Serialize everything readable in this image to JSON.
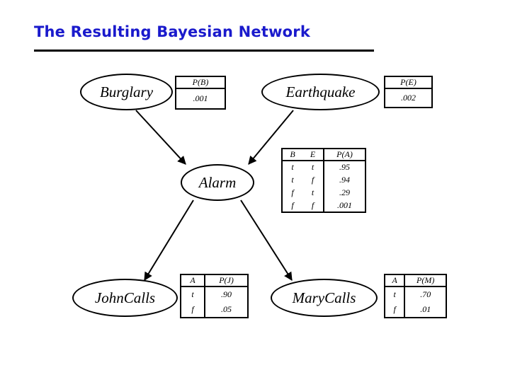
{
  "slide": {
    "title": "The Resulting Bayesian Network"
  },
  "nodes": {
    "burglary": "Burglary",
    "earthquake": "Earthquake",
    "alarm": "Alarm",
    "johncalls": "JohnCalls",
    "marycalls": "MaryCalls"
  },
  "tables": {
    "burglary": {
      "headers": [
        "P(B)"
      ],
      "rows": [
        [
          ".001"
        ]
      ]
    },
    "earthquake": {
      "headers": [
        "P(E)"
      ],
      "rows": [
        [
          ".002"
        ]
      ]
    },
    "alarm": {
      "headers": [
        "B",
        "E",
        "P(A)"
      ],
      "rows": [
        [
          "t",
          "t",
          ".95"
        ],
        [
          "t",
          "f",
          ".94"
        ],
        [
          "f",
          "t",
          ".29"
        ],
        [
          "f",
          "f",
          ".001"
        ]
      ]
    },
    "johncalls": {
      "headers": [
        "A",
        "P(J)"
      ],
      "rows": [
        [
          "t",
          ".90"
        ],
        [
          "f",
          ".05"
        ]
      ]
    },
    "marycalls": {
      "headers": [
        "A",
        "P(M)"
      ],
      "rows": [
        [
          "t",
          ".70"
        ],
        [
          "f",
          ".01"
        ]
      ]
    }
  },
  "edges": [
    {
      "from": "Burglary",
      "to": "Alarm"
    },
    {
      "from": "Earthquake",
      "to": "Alarm"
    },
    {
      "from": "Alarm",
      "to": "JohnCalls"
    },
    {
      "from": "Alarm",
      "to": "MaryCalls"
    }
  ],
  "colors": {
    "title": "#1a1acc",
    "ink": "#000000",
    "background": "#ffffff"
  }
}
